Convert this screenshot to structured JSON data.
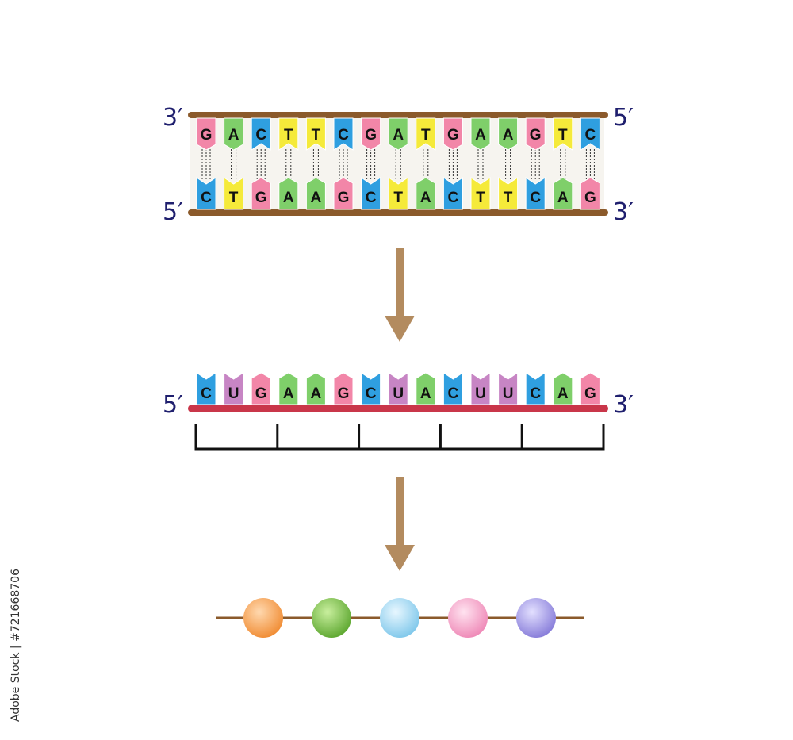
{
  "dna": {
    "top_strand": {
      "left_end": "3′",
      "right_end": "5′",
      "bases": [
        "G",
        "A",
        "C",
        "T",
        "T",
        "C",
        "G",
        "A",
        "T",
        "G",
        "A",
        "A",
        "G",
        "T",
        "C"
      ]
    },
    "bottom_strand": {
      "left_end": "5′",
      "right_end": "3′",
      "bases": [
        "C",
        "T",
        "G",
        "A",
        "A",
        "G",
        "C",
        "T",
        "A",
        "C",
        "T",
        "T",
        "C",
        "A",
        "G"
      ]
    }
  },
  "mrna": {
    "left_end": "5′",
    "right_end": "3′",
    "bases": [
      "C",
      "U",
      "G",
      "A",
      "A",
      "G",
      "C",
      "U",
      "A",
      "C",
      "U",
      "U",
      "C",
      "A",
      "G"
    ],
    "codon_count": 5
  },
  "protein": {
    "amino_acid_colors": [
      "#f5a04f",
      "#7fc34a",
      "#a9dcf3",
      "#f4a9cc",
      "#a8a2ea"
    ]
  },
  "colors": {
    "A": "#7fcf6a",
    "T": "#f5ea3a",
    "U": "#c785c4",
    "G": "#f286a8",
    "C": "#2f9fe0",
    "dna_backbone": "#8b5a2b",
    "rna_backbone": "#c9364a",
    "arrow": "#b38b5f",
    "label": "#1f1f6e"
  },
  "watermark": "Adobe Stock | #721668706"
}
